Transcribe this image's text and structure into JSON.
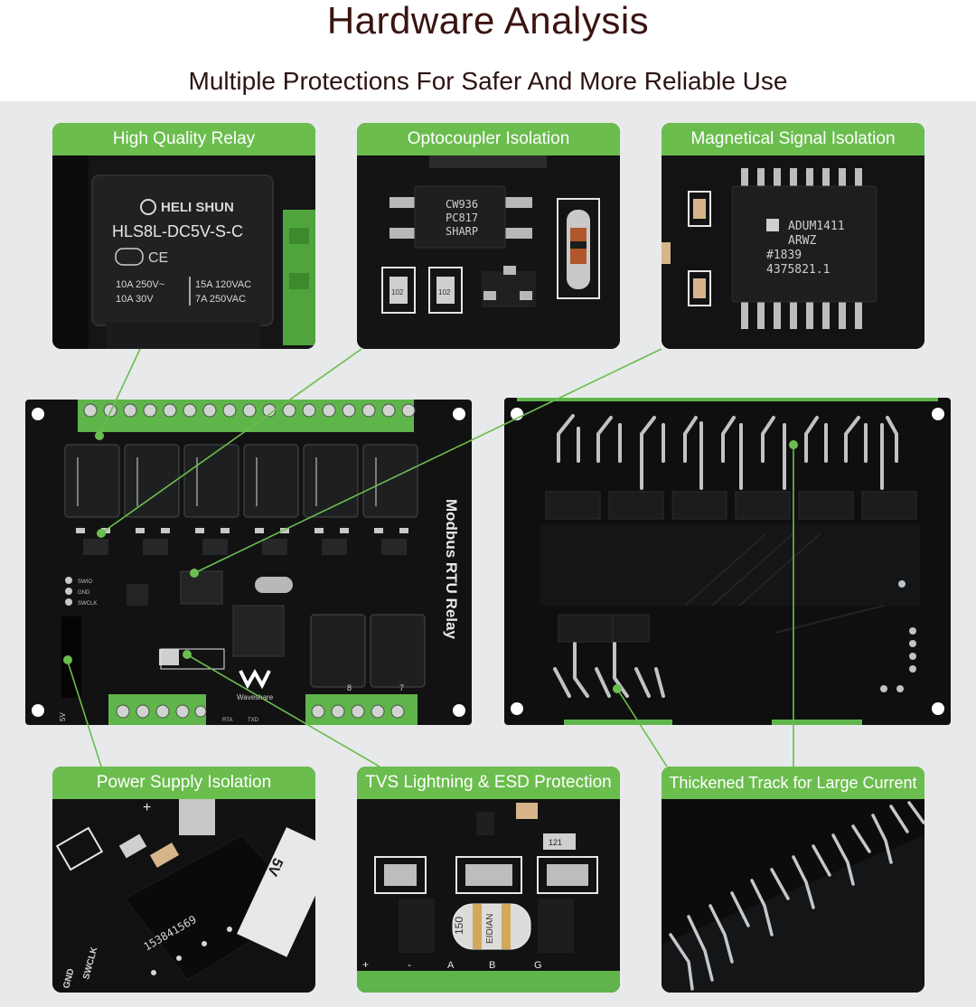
{
  "page": {
    "title": "Hardware Analysis",
    "subtitle": "Multiple Protections For Safer And More Reliable Use"
  },
  "panels": {
    "relay": {
      "label": "High Quality Relay"
    },
    "optocoupler": {
      "label": "Optocoupler Isolation"
    },
    "magnetic": {
      "label": "Magnetical Signal Isolation"
    },
    "power": {
      "label": "Power Supply Isolation"
    },
    "tvs": {
      "label": "TVS Lightning & ESD Protection"
    },
    "track": {
      "label": "Thickened Track for Large Current"
    }
  },
  "components": {
    "relay_chip": {
      "brand": "HELI SHUN",
      "model": "HLS8L-DC5V-S-C",
      "rating_left_1": "10A 250V~",
      "rating_left_2": "10A 30V",
      "rating_right_1": "15A 120VAC",
      "rating_right_2": "7A 250VAC"
    },
    "opto_chip": {
      "line1": "CW936",
      "line2": "PC817",
      "line3": "SHARP"
    },
    "opto_resistor_1": "102",
    "opto_resistor_2": "102",
    "adum_chip": {
      "line1": "ADUM1411",
      "line2": "ARWZ",
      "line3": "#1839",
      "line4": "4375821.1"
    },
    "power_module": {
      "code": "153841569",
      "label_5v": "5V",
      "label_swclk": "SWCLK",
      "label_gnd": "GND",
      "label_plus": "+"
    },
    "tvs_parts": {
      "fuse": "150",
      "fuse_brand": "EIDIAN",
      "resistor": "121",
      "pins": [
        "+",
        "-",
        "A",
        "B",
        "G"
      ]
    }
  },
  "board": {
    "name": "Modbus RTU Relay",
    "brand": "Waveshare",
    "pads": [
      "SWIO",
      "GND",
      "SWCLK"
    ],
    "power_label": "5V",
    "bottom_labels": [
      "8",
      "7"
    ],
    "led_labels": [
      "RTA",
      "TXD"
    ]
  },
  "colors": {
    "accent": "#6bbd4e",
    "title": "#3a1410",
    "pcb": "#121213",
    "terminal": "#5fb54a"
  }
}
